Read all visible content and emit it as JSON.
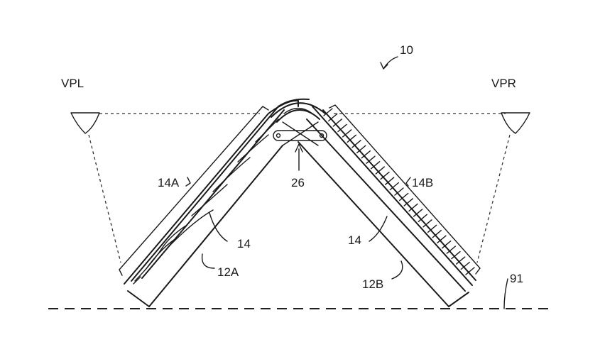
{
  "labels": {
    "device": "10",
    "viewer_left": "VPL",
    "viewer_right": "VPR",
    "display_left": "14A",
    "display_right": "14B",
    "hinge": "26",
    "display_left_inner": "14",
    "display_right_inner": "14",
    "housing_left": "12A",
    "housing_right": "12B",
    "surface": "91"
  }
}
